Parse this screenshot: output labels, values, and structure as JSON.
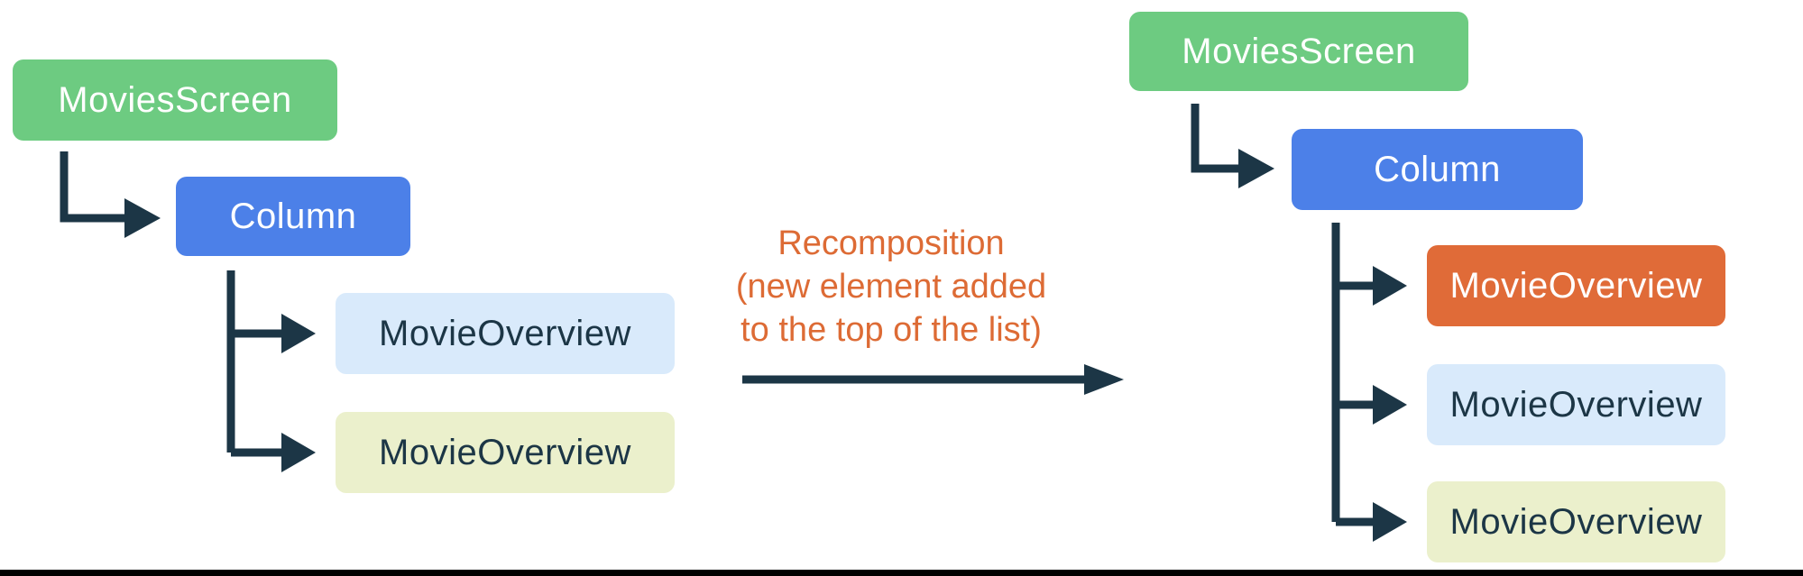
{
  "palette": {
    "green": "#6DCB81",
    "blue": "#4C80E8",
    "light_blue": "#D9EAFB",
    "light_yellow": "#EBF0CC",
    "orange": "#E06B38",
    "dark_navy": "#1C3646",
    "white": "#FFFFFF"
  },
  "connector_color": "#1C3646",
  "left_tree": {
    "nodes": [
      {
        "label": "MoviesScreen",
        "bg": "#6DCB81",
        "fg": "#FFFFFF"
      },
      {
        "label": "Column",
        "bg": "#4C80E8",
        "fg": "#FFFFFF"
      },
      {
        "label": "MovieOverview",
        "bg": "#D9EAFB",
        "fg": "#1C3646"
      },
      {
        "label": "MovieOverview",
        "bg": "#EBF0CC",
        "fg": "#1C3646"
      }
    ]
  },
  "right_tree": {
    "nodes": [
      {
        "label": "MoviesScreen",
        "bg": "#6DCB81",
        "fg": "#FFFFFF"
      },
      {
        "label": "Column",
        "bg": "#4C80E8",
        "fg": "#FFFFFF"
      },
      {
        "label": "MovieOverview",
        "bg": "#E06B38",
        "fg": "#FFFFFF"
      },
      {
        "label": "MovieOverview",
        "bg": "#D9EAFB",
        "fg": "#1C3646"
      },
      {
        "label": "MovieOverview",
        "bg": "#EBF0CC",
        "fg": "#1C3646"
      }
    ]
  },
  "transition": {
    "lines": [
      "Recomposition",
      "(new element added",
      "to the top of the list)"
    ],
    "color": "#DD6B35"
  }
}
